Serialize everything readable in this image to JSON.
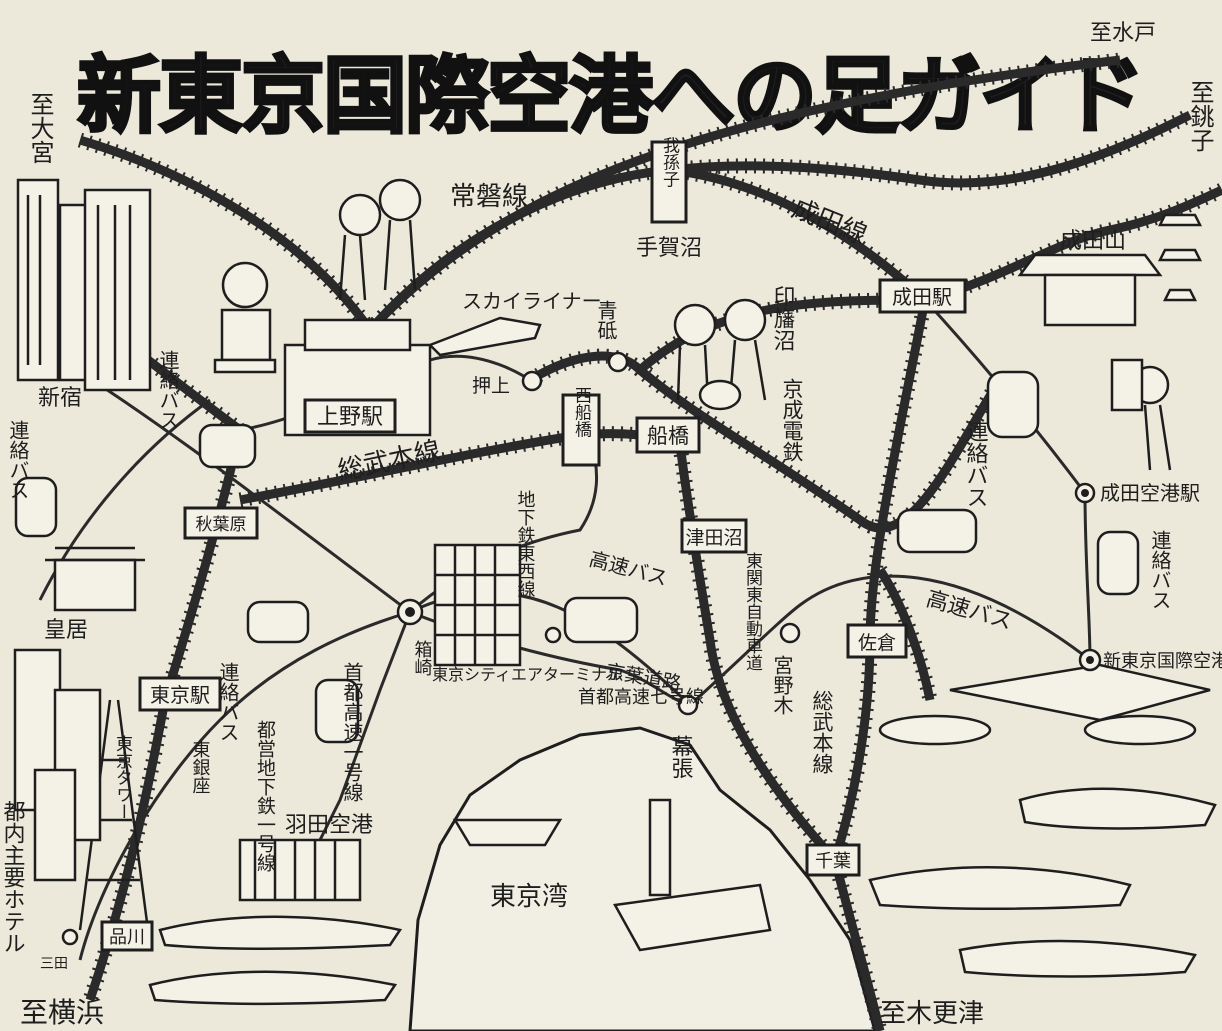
{
  "title": "新東京国際空港への足ガイド",
  "directions": {
    "omiya": "至大宮",
    "mito": "至水戸",
    "choshi": "至銚子",
    "yokohama": "至横浜",
    "kisarazu": "至木更津"
  },
  "stations": {
    "ueno": "上野駅",
    "akihabara": "秋葉原",
    "tokyo": "東京駅",
    "shinagawa": "品川",
    "abiko": "我孫子",
    "narita": "成田駅",
    "nishifunabashi": "西船橋",
    "funabashi": "船橋",
    "tsudanuma": "津田沼",
    "sakura": "佐倉",
    "chiba": "千葉",
    "makuhari": "幕張",
    "oshiage": "押上",
    "aoto": "青砥",
    "hakozaki": "箱崎",
    "mita": "三田",
    "narita_airport_station": "成田空港駅",
    "new_tokyo_airport": "新東京国際空港"
  },
  "lines": {
    "joban": "常磐線",
    "narita_line": "成田線",
    "sobu_hon": "総武本線",
    "sobu_hon_lower": "総武本線",
    "keisei": "京成電鉄",
    "skyliner": "スカイライナー",
    "tozai": "地下鉄東西線",
    "toei_asakusa": "都営地下鉄一号線",
    "shutoko": "首都高速一号線",
    "shutoko7": "首都高速七号線",
    "keiyo_road": "京葉道路",
    "higashi_kanto": "東関東自動車道",
    "ginza": "東銀座"
  },
  "buses": {
    "shinjuku": "連絡バス",
    "ueno": "連絡バス",
    "tokyo": "連絡バス",
    "narita": "連絡バス",
    "airport": "連絡バス",
    "highway1": "高速バス",
    "highway2": "高速バス"
  },
  "places": {
    "shinjuku": "新宿",
    "kokyo": "皇居",
    "hotels": "都内主要ホテル",
    "tokyo_tower": "東京タワー",
    "haneda": "羽田空港",
    "tcat": "東京シティエアターミナル",
    "tokyo_bay": "東京湾",
    "naritasan": "成田山",
    "teganuma": "手賀沼",
    "inbanuma": "印旛沼",
    "miyanogi": "宮野木"
  },
  "colors": {
    "ink": "#1e1e1e",
    "paper": "#ece8da",
    "box": "#f4f1e6"
  }
}
